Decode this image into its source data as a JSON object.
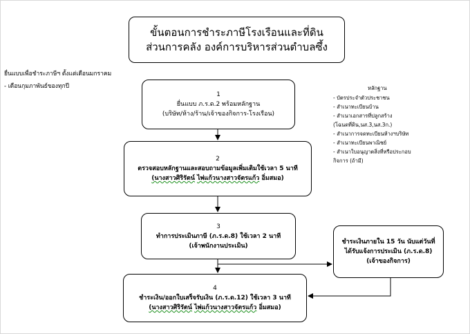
{
  "title": {
    "line1": "ขั้นตอนการชำระภาษีโรงเรือนและที่ดิน",
    "line2": "ส่วนการคลัง องค์การบริหารส่วนตำบลซึ้ง"
  },
  "side_note": {
    "line1": "ยื่นแบบเพื่อชำระภาษีฯ ตั้งแต่เดือนมกราคม",
    "line2": "- เดือนกุมภาพันธ์ของทุกปี"
  },
  "documents": {
    "title": "หลักฐาน",
    "items": [
      "- บัตรประจำตัวประชาชน",
      "- สำเนาทะเบียนบ้าน",
      "- สำเนาเอกสารที่ปลูกสร้าง",
      "(โฉนดที่ดิน,นส.3,นส.3ก.)",
      "- สำเนาการจดทะเบียนห้างฯบริษัท",
      "- สำเนาทะเบียนพาณิชย์",
      "- สำเนาใบอนุญาตสิ่งที่หรือประกอบ",
      "กิจการ (ถ้ามี)"
    ]
  },
  "steps": [
    {
      "number": "1",
      "line1": "ยื่นแบบ ภ.ร.ด.2 พร้อมหลักฐาน",
      "line2": "(บริษัท/ห้าง/ร้าน/เจ้าของกิจการ-โรงเรือน)"
    },
    {
      "number": "2",
      "line1": "ตรวจสอบหลักฐานและสอบถามข้อมูลเพิ่มเติมใช้เวลา 5 นาที",
      "line2_a": "(นางสาวศิริรัตน์",
      "line2_b": "ไพ่แก้วนางสาวจัตรแก้ว",
      "line2_c": "อิ่มสมอ)"
    },
    {
      "number": "3",
      "line1": "ทำการประเมินภาษี (ภ.ร.ด.8) ใช้เวลา 2 นาที",
      "line2": "(เจ้าพนักงานประเมิน)"
    },
    {
      "number": "4",
      "line1": "ชำระเงิน/ออกใบเสร็จรับเงิน (ภ.ร.ด.12) ใช้เวลา 3 นาที",
      "line2_a": "(นางสาวศิริรัตน์",
      "line2_b": "ไพ่แก้วนางสาวจัตรแก้ว",
      "line2_c": "อิ่มสมอ)"
    }
  ],
  "payment_box": {
    "line1": "ชำระเงินภายใน 15 วัน นับแต่วันที่",
    "line2": "ได้รับแจ้งการประเมิน (ภ.ร.ด.8)",
    "line3": "(เจ้าของกิจการ)"
  },
  "colors": {
    "border": "#000000",
    "spellcheck_underline": "#1a8f1a",
    "background": "#ffffff"
  }
}
